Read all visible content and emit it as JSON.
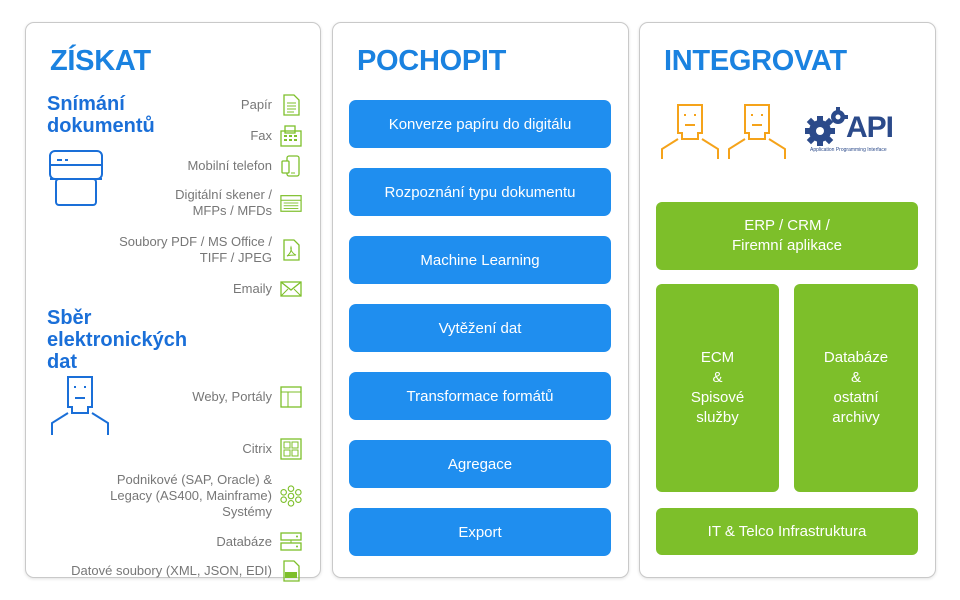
{
  "columns": {
    "acquire": {
      "title": "ZÍSKAT",
      "capture_heading": "Snímání\ndokumentů",
      "capture_items": [
        {
          "label": "Papír",
          "icon": "document-icon"
        },
        {
          "label": "Fax",
          "icon": "fax-icon"
        },
        {
          "label": "Mobilní telefon",
          "icon": "mobile-phone-icon"
        },
        {
          "label": "Digitální skener /\nMFPs / MFDs",
          "icon": "scanner-icon"
        },
        {
          "label": "Soubory PDF / MS Office /\nTIFF / JPEG",
          "icon": "pdf-file-icon"
        },
        {
          "label": "Emaily",
          "icon": "email-icon"
        }
      ],
      "collect_heading": "Sběr\nelektronických\ndat",
      "collect_items": [
        {
          "label": "Weby, Portály",
          "icon": "web-layout-icon"
        },
        {
          "label": "Citrix",
          "icon": "grid-icon"
        },
        {
          "label": "Podnikové (SAP, Oracle) &\nLegacy (AS400, Mainframe)\nSystémy",
          "icon": "network-icon"
        },
        {
          "label": "Databáze",
          "icon": "database-icon"
        },
        {
          "label": "Datové soubory (XML, JSON, EDI)",
          "icon": "xml-file-icon"
        }
      ]
    },
    "understand": {
      "title": "POCHOPIT",
      "steps": [
        "Konverze papíru do digitálu",
        "Rozpoznání typu dokumentu",
        "Machine Learning",
        "Vytěžení dat",
        "Transformace formátů",
        "Agregace",
        "Export"
      ]
    },
    "integrate": {
      "title": "INTEGROVAT",
      "api_label": "API",
      "api_caption": "Application Programming Interface",
      "erp_box": "ERP / CRM /\nFiremní aplikace",
      "ecm_box": "ECM\n&\nSpisové\nslužby",
      "db_box": "Databáze\n&\nostatní\narchivy",
      "infra_box": "IT & Telco Infrastruktura"
    }
  },
  "colors": {
    "title_blue": "#1a82e0",
    "button_blue": "#1f8eef",
    "green": "#7dbf2a",
    "icon_green": "#7dbf2a",
    "person_orange": "#f5a31a",
    "api_navy": "#2b4a8a"
  }
}
